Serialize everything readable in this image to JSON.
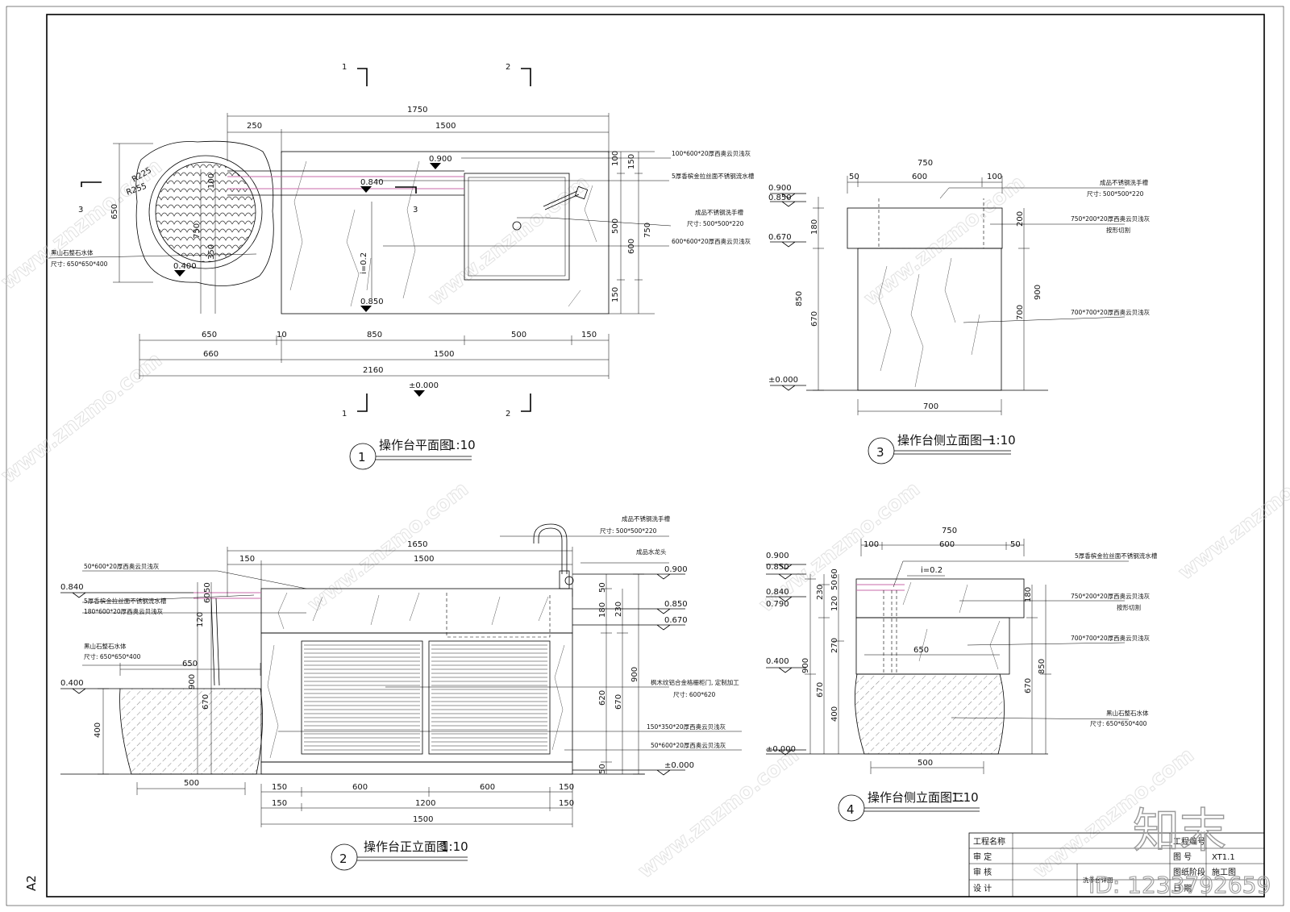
{
  "sheet": {
    "size_label": "A2"
  },
  "watermark": {
    "brand_cn": "知末",
    "id_text": "ID: 1233792659",
    "site": "www.znzmo.com"
  },
  "plan": {
    "title": "操作台平面图",
    "scale": "1:10",
    "number": "1",
    "section_marks": [
      "1",
      "2",
      "3",
      "3",
      "1",
      "2"
    ],
    "dims_top": [
      "1750",
      "250",
      "1500"
    ],
    "dims_right": [
      "100",
      "150",
      "500",
      "750",
      "600",
      "150"
    ],
    "dims_left": [
      "650",
      "100",
      "750",
      "350"
    ],
    "dims_bottom_row1": [
      "650",
      "10",
      "850",
      "500",
      "150"
    ],
    "dims_bottom_row2": [
      "660",
      "1500"
    ],
    "dims_bottom_row3": [
      "2160"
    ],
    "radii": [
      "R225",
      "R255"
    ],
    "levels": [
      "0.900",
      "0.840",
      "0.400",
      "0.850",
      "±0.000"
    ],
    "slope": "i=0.2",
    "notes": [
      "100*600*20厚西奥云贝浅灰",
      "5厚香槟金拉丝面不锈钢流水槽",
      "成品不锈钢洗手槽",
      "尺寸: 500*500*220",
      "600*600*20厚西奥云贝浅灰"
    ],
    "stone_note": [
      "黑山石整石水体",
      "尺寸: 650*650*400"
    ]
  },
  "side1": {
    "title": "操作台侧立面图一",
    "scale": "1:10",
    "number": "3",
    "dims_top": [
      "750",
      "50",
      "600",
      "100"
    ],
    "levels": [
      "0.900",
      "0.850",
      "0.670",
      "±0.000"
    ],
    "dims_left": [
      "180",
      "850",
      "670"
    ],
    "dims_right": [
      "200",
      "900",
      "700"
    ],
    "dims_bottom": [
      "700"
    ],
    "notes": [
      "成品不锈钢洗手槽",
      "尺寸: 500*500*220",
      "750*200*20厚西奥云贝浅灰",
      "按形切割",
      "700*700*20厚西奥云贝浅灰"
    ]
  },
  "front": {
    "title": "操作台正立面图",
    "scale": "1:10",
    "number": "2",
    "dims_top": [
      "1650",
      "150",
      "1500"
    ],
    "levels_left": [
      "0.840",
      "0.400"
    ],
    "levels_right": [
      "0.900",
      "0.850",
      "0.670",
      "±0.000"
    ],
    "dims_left": [
      "50",
      "60",
      "120",
      "900",
      "670",
      "400",
      "650"
    ],
    "dims_right": [
      "50",
      "180",
      "230",
      "900",
      "620",
      "670",
      "50"
    ],
    "dims_bottom_row1": [
      "150",
      "600",
      "600",
      "150"
    ],
    "dims_bottom_row2": [
      "150",
      "1200",
      "150"
    ],
    "dims_bottom_row3": [
      "1500"
    ],
    "dims_stone": [
      "500"
    ],
    "notes_left": [
      "50*600*20厚西奥云贝浅灰",
      "5厚香槟金拉丝面不锈钢流水槽",
      "180*600*20厚西奥云贝浅灰"
    ],
    "stone_note": [
      "黑山石整石水体",
      "尺寸: 650*650*400"
    ],
    "notes_right": [
      "成品不锈钢洗手槽",
      "尺寸: 500*500*220",
      "成品水龙头",
      "枫木纹铝合金格栅柜门, 定制加工",
      "尺寸: 600*620",
      "150*350*20厚西奥云贝浅灰",
      "50*600*20厚西奥云贝浅灰"
    ]
  },
  "side2": {
    "title": "操作台侧立面图二",
    "scale": "1:10",
    "number": "4",
    "dims_top": [
      "750",
      "100",
      "600",
      "50"
    ],
    "levels": [
      "0.900",
      "0.850",
      "0.840",
      "0.790",
      "0.400",
      "±0.000"
    ],
    "slope": "i=0.2",
    "dims_left": [
      "60",
      "50",
      "230",
      "120",
      "270",
      "900",
      "670",
      "400"
    ],
    "dims_inner": [
      "650"
    ],
    "dims_right": [
      "180",
      "850",
      "670"
    ],
    "dims_bottom": [
      "500"
    ],
    "notes": [
      "5厚香槟金拉丝面不锈钢流水槽",
      "750*200*20厚西奥云贝浅灰",
      "按形切割",
      "700*700*20厚西奥云贝浅灰",
      "黑山石整石水体",
      "尺寸: 650*650*400"
    ]
  },
  "title_block": {
    "rows": [
      "工程名称",
      "审  定",
      "审  核",
      "设  计"
    ],
    "right_labels": [
      "工程编号",
      "图  号",
      "图纸阶段",
      "日  期"
    ],
    "drawing_no": "XT1.1",
    "stage": "施工图",
    "drawing_name": "洗手台详图"
  }
}
